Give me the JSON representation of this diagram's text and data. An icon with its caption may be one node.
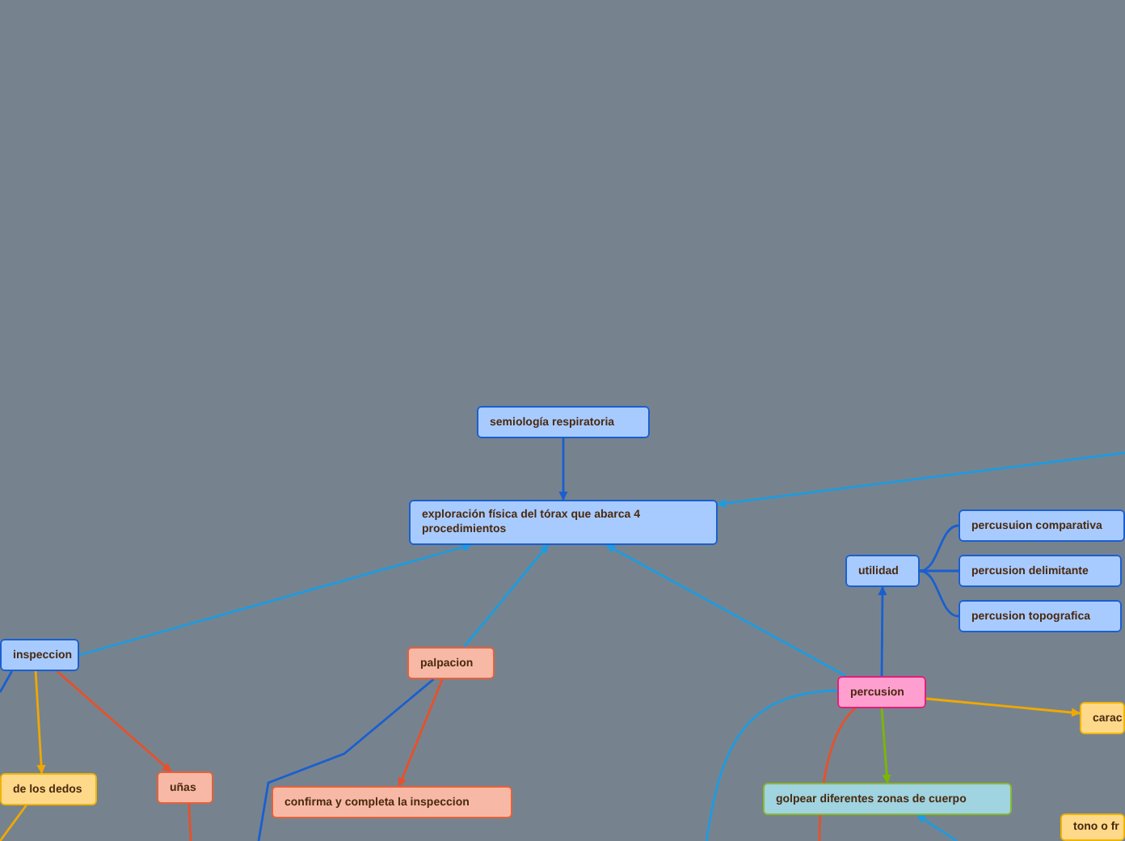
{
  "diagram": {
    "nodes": [
      {
        "text": [
          "semiología respiratoria"
        ]
      },
      {
        "text": [
          "exploración física del tórax que abarca 4 procedimientos"
        ]
      },
      {
        "text": [
          "inspeccion"
        ]
      },
      {
        "text": [
          "palpacion"
        ]
      },
      {
        "text": [
          "percusion"
        ]
      },
      {
        "text": [
          "utilidad"
        ]
      },
      {
        "text": [
          "percusuion comparativa"
        ]
      },
      {
        "text": [
          "percusion delimitante"
        ]
      },
      {
        "text": [
          "percusion topografica"
        ]
      },
      {
        "text": [
          "de los dedos"
        ]
      },
      {
        "text": [
          "uñas"
        ]
      },
      {
        "text": [
          "confirma y completa la inspeccion"
        ]
      },
      {
        "text": [
          "golpear diferentes zonas de cuerpo"
        ]
      },
      {
        "text": [
          "carac"
        ]
      },
      {
        "text": [
          "tono o fr"
        ]
      }
    ],
    "edges": [
      {
        "from": 0,
        "to": 1,
        "arrow": "to"
      },
      {
        "from": 2,
        "to": 1,
        "arrow": "to",
        "color": "#1e9be0"
      },
      {
        "from": 3,
        "to": 1,
        "arrow": "to",
        "color": "#1e9be0"
      },
      {
        "from": 4,
        "to": 1,
        "arrow": "to",
        "color": "#1e9be0"
      },
      {
        "from": null,
        "to": 1,
        "arrow": "to",
        "color": "#1e9be0"
      },
      {
        "from": 4,
        "to": 5,
        "arrow": "to"
      },
      {
        "from": 5,
        "to": 6,
        "arrow": "none"
      },
      {
        "from": 5,
        "to": 7,
        "arrow": "none"
      },
      {
        "from": 5,
        "to": 8,
        "arrow": "none"
      },
      {
        "from": 2,
        "to": 9,
        "arrow": "to",
        "color": "#f0a800"
      },
      {
        "from": 2,
        "to": 10,
        "arrow": "to",
        "color": "#e8502a"
      },
      {
        "from": 3,
        "to": 11,
        "arrow": "to",
        "color": "#e8502a"
      },
      {
        "from": 4,
        "to": 13,
        "arrow": "to",
        "color": "#f0a800"
      },
      {
        "from": 4,
        "to": 12,
        "arrow": "to",
        "color": "#7ab800"
      },
      {
        "from": null,
        "to": 12,
        "arrow": "to",
        "color": "#1e9be0"
      },
      {
        "from": 2,
        "to": null,
        "arrow": "none"
      },
      {
        "from": 9,
        "to": null,
        "arrow": "none",
        "color": "#f0a800"
      },
      {
        "from": 10,
        "to": null,
        "arrow": "none",
        "color": "#e8502a"
      },
      {
        "from": 3,
        "to": null,
        "arrow": "none"
      },
      {
        "from": 4,
        "to": null,
        "arrow": "none",
        "color": "#1e9be0"
      },
      {
        "from": 4,
        "to": null,
        "arrow": "none",
        "color": "#e8502a"
      }
    ]
  }
}
